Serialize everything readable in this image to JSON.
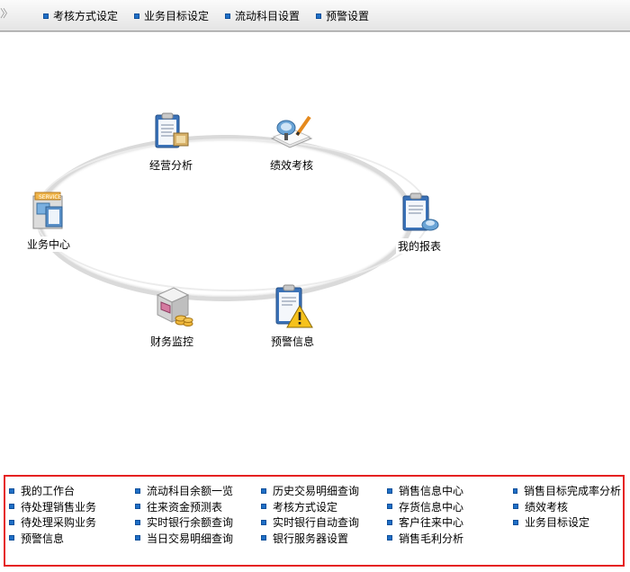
{
  "topnav": {
    "items": [
      "考核方式设定",
      "业务目标设定",
      "流动科目设置",
      "预警设置"
    ]
  },
  "diagram": {
    "nodes": [
      {
        "label": "经营分析",
        "icon": "clipboard-report-icon"
      },
      {
        "label": "绩效考核",
        "icon": "magnifier-pen-icon"
      },
      {
        "label": "业务中心",
        "icon": "service-machine-icon"
      },
      {
        "label": "我的报表",
        "icon": "clipboard-chart-icon"
      },
      {
        "label": "财务监控",
        "icon": "coin-box-icon"
      },
      {
        "label": "预警信息",
        "icon": "warning-clipboard-icon"
      }
    ]
  },
  "quicklinks": {
    "columns": [
      [
        "我的工作台",
        "待处理销售业务",
        "待处理采购业务",
        "预警信息"
      ],
      [
        "流动科目余额一览",
        "往来资金预测表",
        "实时银行余额查询",
        "当日交易明细查询"
      ],
      [
        "历史交易明细查询",
        "考核方式设定",
        "实时银行自动查询",
        "银行服务器设置"
      ],
      [
        "销售信息中心",
        "存货信息中心",
        "客户往来中心",
        "销售毛利分析"
      ],
      [
        "销售目标完成率分析",
        "绩效考核",
        "业务目标设定"
      ]
    ]
  },
  "colors": {
    "accent": "#1f6fc6",
    "highlight_border": "#e52121"
  }
}
